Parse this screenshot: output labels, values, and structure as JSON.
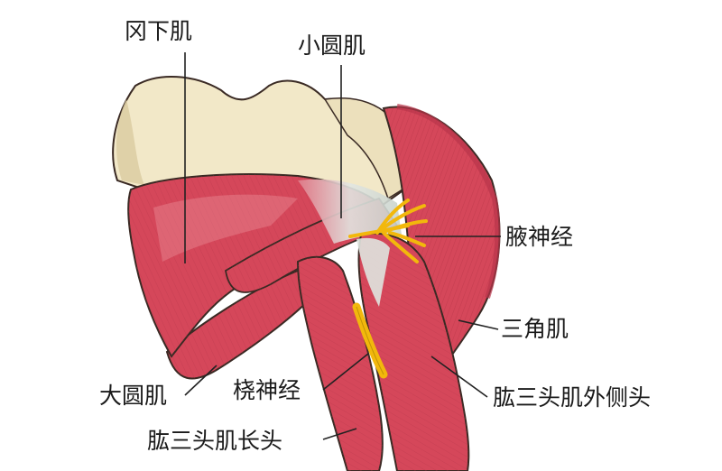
{
  "labels": {
    "infraspinatus": "冈下肌",
    "teres_minor": "小圆肌",
    "axillary_nerve": "腋神经",
    "deltoid": "三角肌",
    "triceps_lateral_head": "肱三头肌外侧头",
    "radial_nerve": "桡神经",
    "teres_major": "大圆肌",
    "triceps_long_head": "肱三头肌长头"
  },
  "colors": {
    "bone": "#f2e8c8",
    "bone_shadow": "#d9caa0",
    "muscle": "#d5475a",
    "muscle_light": "#e88a94",
    "muscle_dark": "#a82c3e",
    "tendon": "#dfe4df",
    "nerve": "#f2b80c",
    "outline": "#3a2a24",
    "leader": "#222222"
  }
}
